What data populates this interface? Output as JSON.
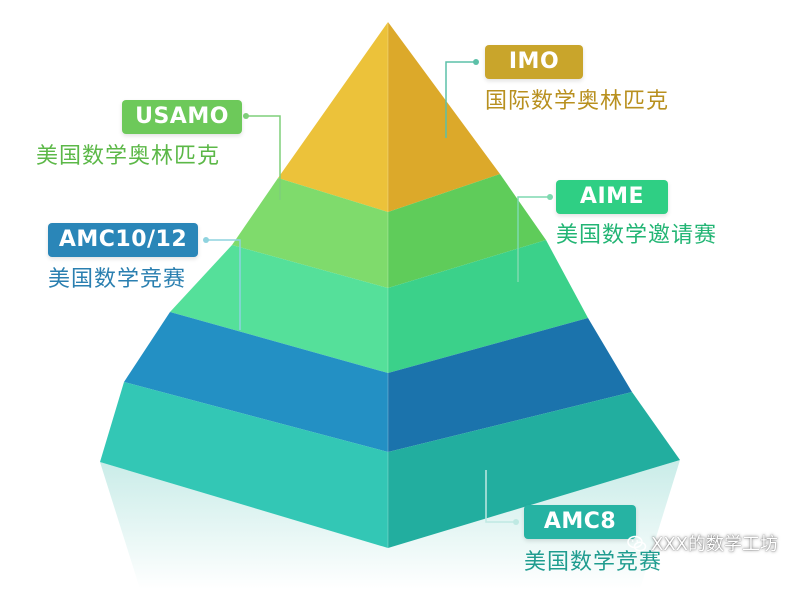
{
  "levels": [
    {
      "key": "imo",
      "badge": "IMO",
      "subtitle": "国际数学奥林匹克",
      "badge_color": "#c9a52b",
      "text_color": "#b8901f"
    },
    {
      "key": "usamo",
      "badge": "USAMO",
      "subtitle": "美国数学奥林匹克",
      "badge_color": "#6dc95a",
      "text_color": "#5cb848"
    },
    {
      "key": "aime",
      "badge": "AIME",
      "subtitle": "美国数学邀请赛",
      "badge_color": "#2fcf84",
      "text_color": "#22b574"
    },
    {
      "key": "amc1012",
      "badge": "AMC10/12",
      "subtitle": "美国数学竞赛",
      "badge_color": "#2a86b8",
      "text_color": "#2a7fb0"
    },
    {
      "key": "amc8",
      "badge": "AMC8",
      "subtitle": "美国数学竞赛",
      "badge_color": "#26b3a3",
      "text_color": "#1f9c8f"
    }
  ],
  "watermark": {
    "text": "XXX的数学工坊",
    "icon": "wechat-icon"
  }
}
